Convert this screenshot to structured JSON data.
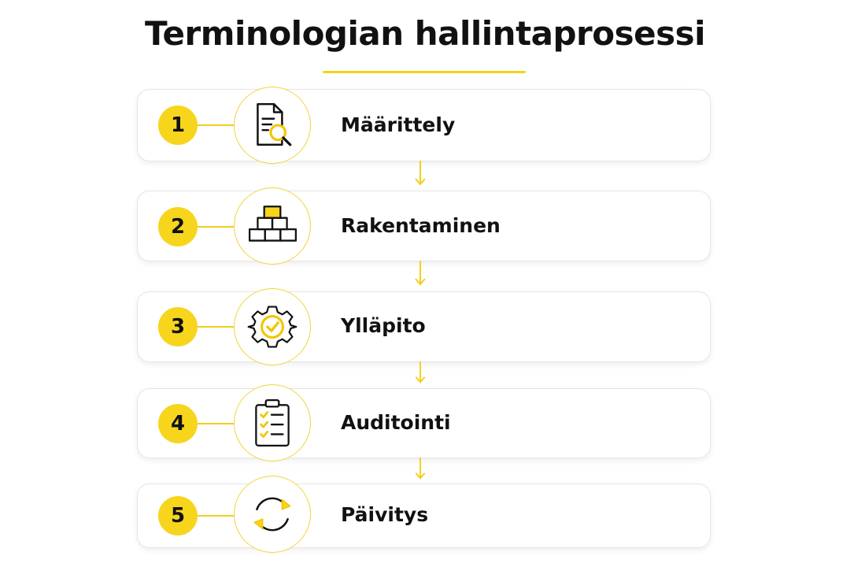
{
  "title": "Terminologian hallintaprosessi",
  "colors": {
    "accent": "#f7d51d",
    "text": "#111111",
    "card_border": "#e6e6e6"
  },
  "steps": [
    {
      "number": "1",
      "label": "Määrittely",
      "icon": "document-search-icon"
    },
    {
      "number": "2",
      "label": "Rakentaminen",
      "icon": "blocks-pyramid-icon"
    },
    {
      "number": "3",
      "label": "Ylläpito",
      "icon": "gear-check-icon"
    },
    {
      "number": "4",
      "label": "Auditointi",
      "icon": "clipboard-checklist-icon"
    },
    {
      "number": "5",
      "label": "Päivitys",
      "icon": "refresh-cycle-icon"
    }
  ]
}
